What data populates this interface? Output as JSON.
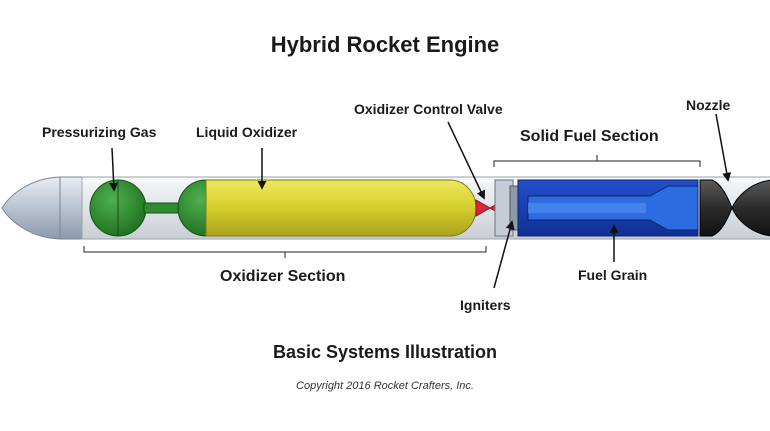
{
  "title": "Hybrid Rocket Engine",
  "subtitle": "Basic Systems Illustration",
  "copyright": "Copyright 2016 Rocket Crafters, Inc.",
  "labels": {
    "pressurizing_gas": "Pressurizing  Gas",
    "liquid_oxidizer": "Liquid Oxidizer",
    "oxidizer_control_valve": "Oxidizer Control  Valve",
    "nozzle": "Nozzle",
    "solid_fuel_section": "Solid Fuel Section",
    "oxidizer_section": "Oxidizer Section",
    "fuel_grain": "Fuel Grain",
    "igniters": "Igniters"
  },
  "colors": {
    "pressurizing_gas": "#2e8b2e",
    "liquid_oxidizer": "#d8d030",
    "valve": "#d8283a",
    "fuel_case": "#1a3fb8",
    "fuel_grain": "#2466d8",
    "nozzle": "#2a2a2a",
    "body": "#e8ecef"
  }
}
